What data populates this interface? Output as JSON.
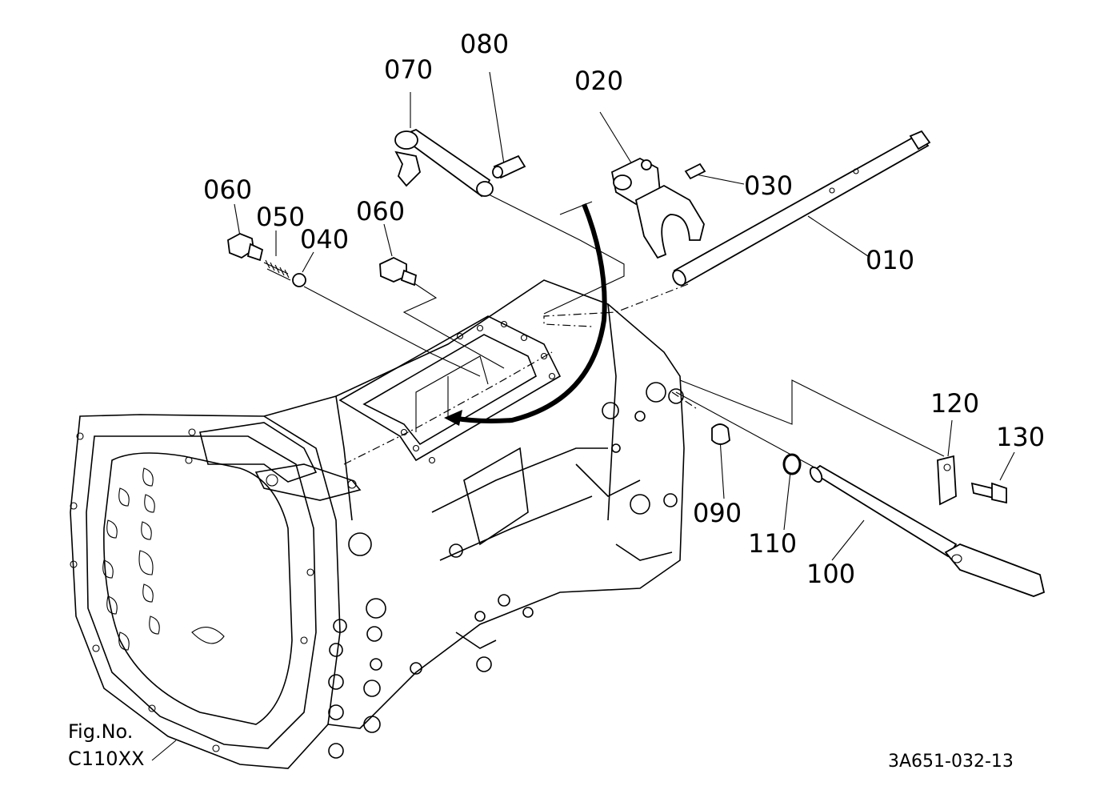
{
  "callouts": {
    "p010": "010",
    "p020": "020",
    "p030": "030",
    "p040": "040",
    "p050": "050",
    "p060a": "060",
    "p060b": "060",
    "p070": "070",
    "p080": "080",
    "p090": "090",
    "p100": "100",
    "p110": "110",
    "p120": "120",
    "p130": "130"
  },
  "figure": {
    "fig_label": "Fig.No.",
    "fig_number": "C110XX",
    "drawing_code": "3A651-032-13"
  }
}
